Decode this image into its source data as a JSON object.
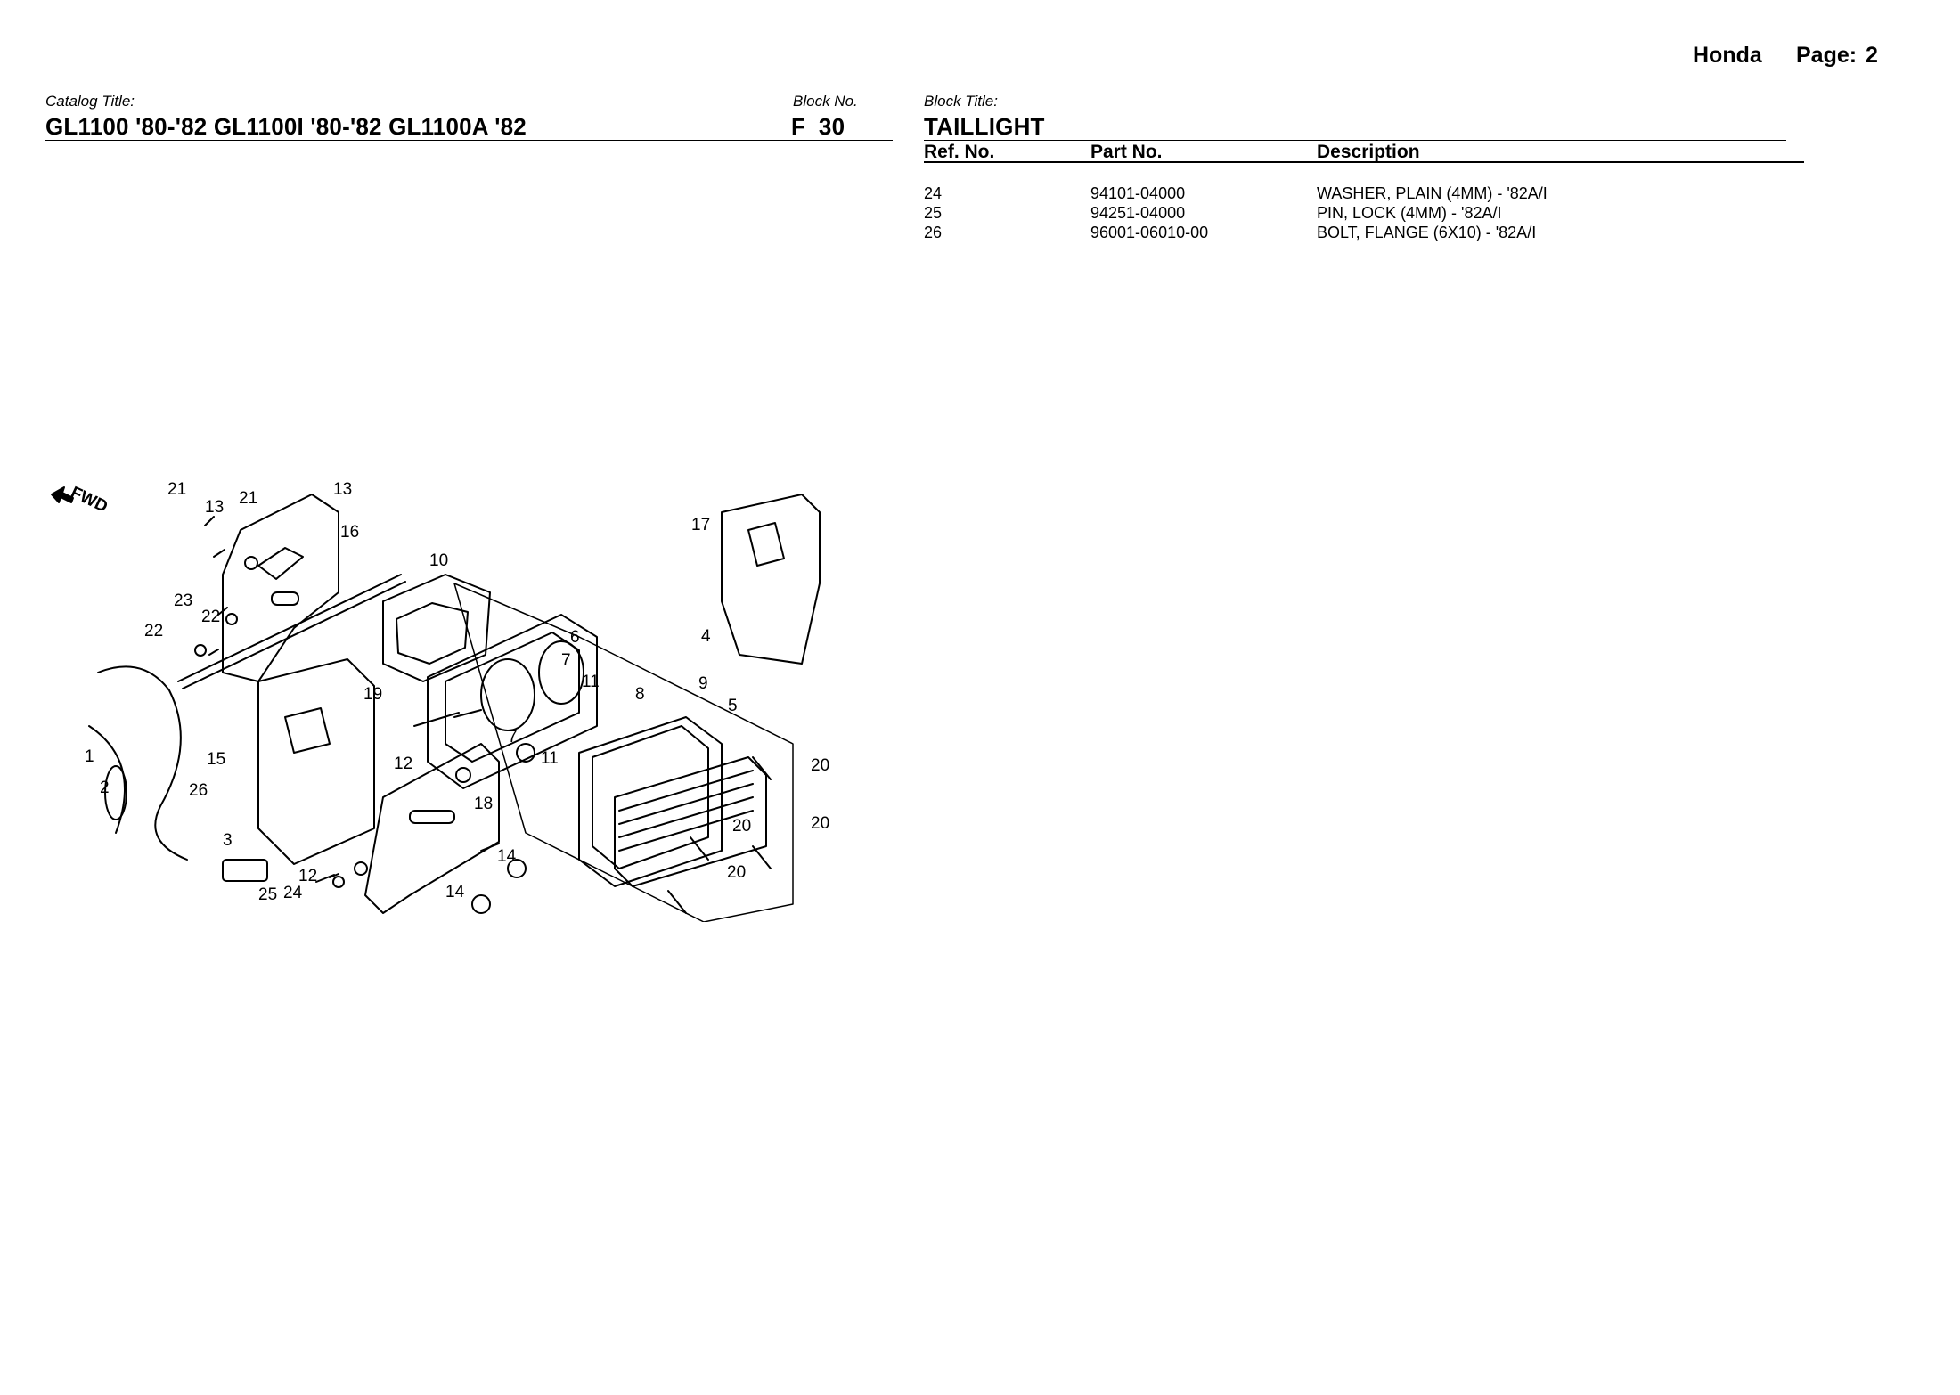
{
  "header": {
    "brand": "Honda",
    "page_label": "Page:",
    "page_number": "2"
  },
  "catalog": {
    "label": "Catalog Title:",
    "title": "GL1100 '80-'82 GL1100I '80-'82 GL1100A '82"
  },
  "block_no": {
    "label": "Block No.",
    "value": "F  30"
  },
  "block_title": {
    "label": "Block Title:",
    "value": "TAILLIGHT"
  },
  "table": {
    "columns": [
      "Ref. No.",
      "Part No.",
      "Description"
    ],
    "rows": [
      {
        "ref": "24",
        "part": "94101-04000",
        "description": "WASHER, PLAIN (4MM) - '82A/I"
      },
      {
        "ref": "25",
        "part": "94251-04000",
        "description": "PIN, LOCK (4MM) - '82A/I"
      },
      {
        "ref": "26",
        "part": "96001-06010-00",
        "description": "BOLT, FLANGE (6X10) - '82A/I"
      }
    ]
  },
  "diagram": {
    "fwd_label": "FWD",
    "callouts": [
      "1",
      "2",
      "3",
      "4",
      "5",
      "6",
      "7",
      "7",
      "8",
      "9",
      "10",
      "11",
      "11",
      "12",
      "12",
      "13",
      "13",
      "14",
      "14",
      "15",
      "16",
      "17",
      "18",
      "19",
      "20",
      "20",
      "20",
      "20",
      "21",
      "21",
      "22",
      "22",
      "23",
      "24",
      "25",
      "26"
    ]
  }
}
